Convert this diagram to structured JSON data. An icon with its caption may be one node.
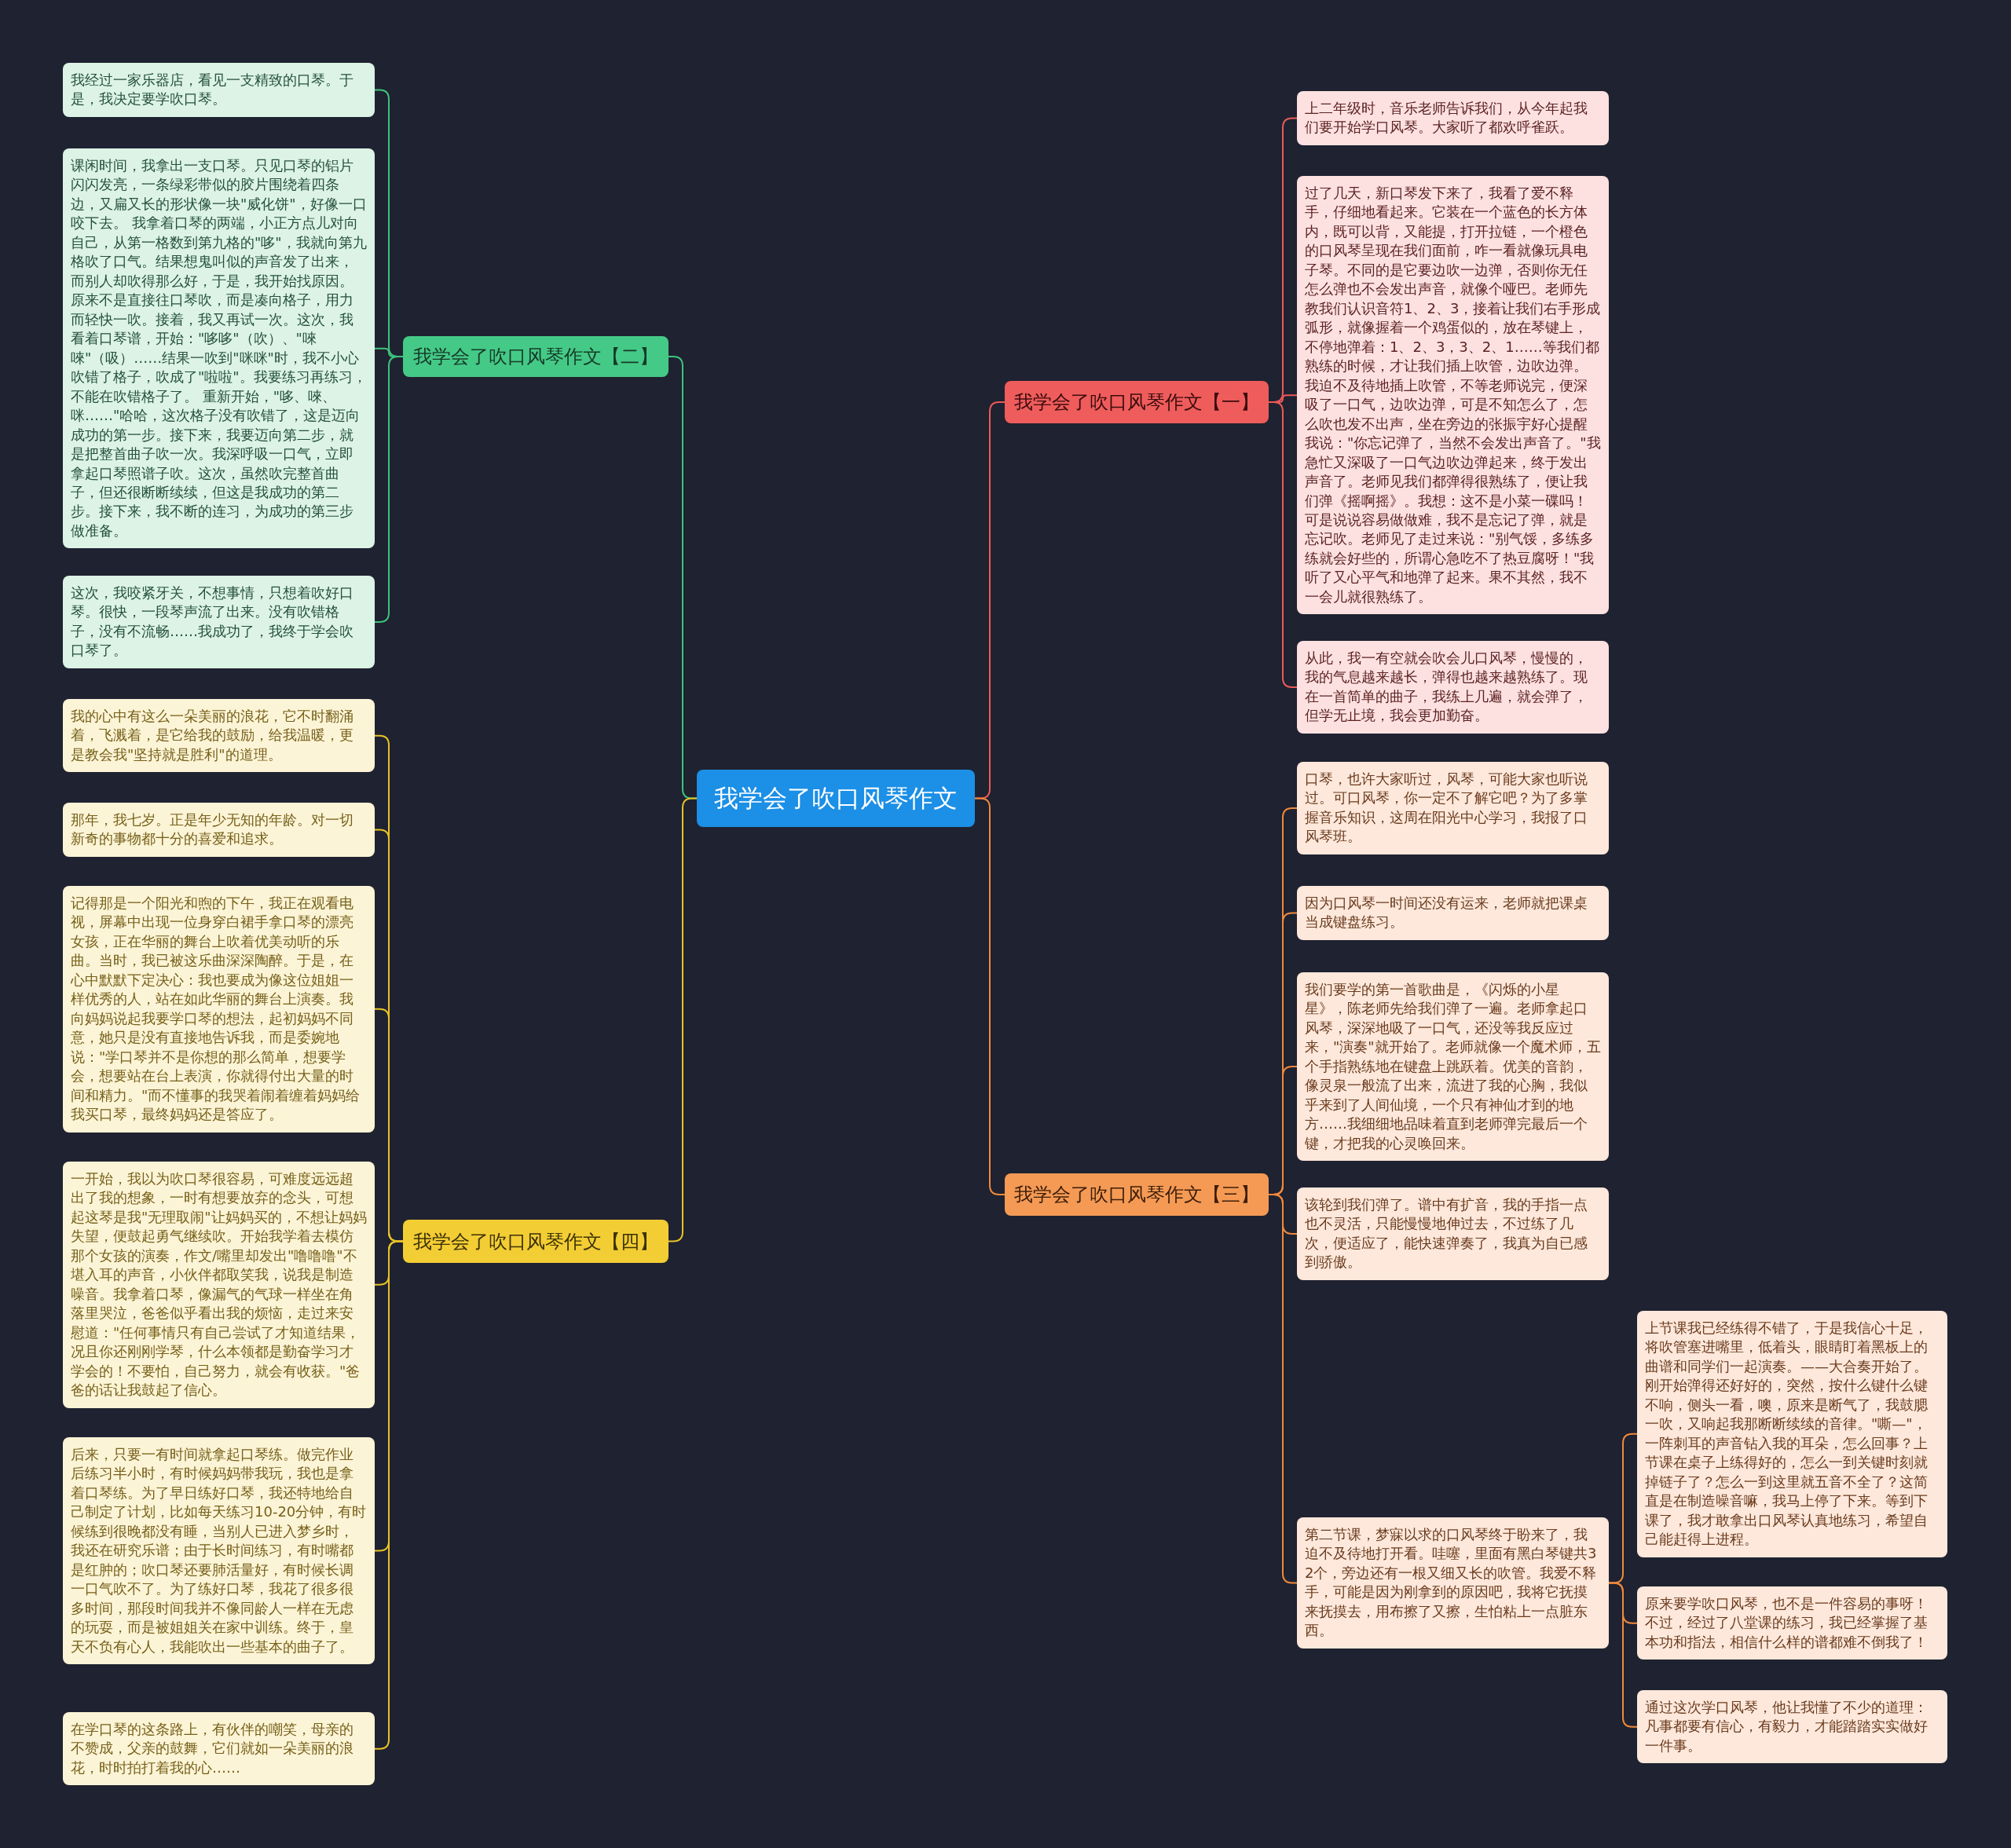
{
  "diagram": {
    "nodes": [
      {
        "text": [
          "我学会了吹口风琴作文"
        ]
      },
      {
        "text": [
          "我学会了吹口风琴作文【二】"
        ]
      },
      {
        "text": [
          "我经过一家乐器店，看见一支精致的口琴。于是，我决定要学吹口琴。"
        ]
      },
      {
        "text": [
          "课闲时间，我拿出一支口琴。只见口琴的铝片闪闪发亮，一条绿彩带似的胶片围绕着四条边，又扁又长的形状像一块\"威化饼\"，好像一口咬下去。 我拿着口琴的两端，小正方点儿对向自己，从第一格数到第九格的\"哆\"，我就向第九格吹了口气。结果想鬼叫似的声音发了出来，而别人却吹得那么好，于是，我开始找原因。原来不是直接往口琴吹，而是凑向格子，用力而轻快一吹。接着，我又再试一次。这次，我看着口琴谱，开始：\"哆哆\"（吹）、\"唻唻\"（吸）……结果一吹到\"咪咪\"时，我不小心吹错了格子，吹成了\"啦啦\"。我要练习再练习，不能在吹错格子了。 重新开始，\"哆、唻、咪……\"哈哈，这次格子没有吹错了，这是迈向成功的第一步。接下来，我要迈向第二步，就是把整首曲子吹一次。我深呼吸一口气，立即拿起口琴照谱子吹。这次，虽然吹完整首曲子，但还很断断续续，但这是我成功的第二步。接下来，我不断的连习，为成功的第三步做准备。"
        ]
      },
      {
        "text": [
          "这次，我咬紧牙关，不想事情，只想着吹好口琴。很快，一段琴声流了出来。没有吹错格子，没有不流畅……我成功了，我终于学会吹口琴了。"
        ]
      },
      {
        "text": [
          "我学会了吹口风琴作文【四】"
        ]
      },
      {
        "text": [
          "我的心中有这么一朵美丽的浪花，它不时翻涌着，飞溅着，是它给我的鼓励，给我温暖，更是教会我\"坚持就是胜利\"的道理。"
        ]
      },
      {
        "text": [
          "那年，我七岁。正是年少无知的年龄。对一切新奇的事物都十分的喜爱和追求。"
        ]
      },
      {
        "text": [
          "记得那是一个阳光和煦的下午，我正在观看电视，屏幕中出现一位身穿白裙手拿口琴的漂亮女孩，正在华丽的舞台上吹着优美动听的乐曲。当时，我已被这乐曲深深陶醉。于是，在心中默默下定决心：我也要成为像这位姐姐一样优秀的人，站在如此华丽的舞台上演奏。我向妈妈说起我要学口琴的想法，起初妈妈不同意，她只是没有直接地告诉我，而是委婉地说：\"学口琴并不是你想的那么简单，想要学会，想要站在台上表演，你就得付出大量的时间和精力。\"而不懂事的我哭着闹着缠着妈妈给我买口琴，最终妈妈还是答应了。"
        ]
      },
      {
        "text": [
          "一开始，我以为吹口琴很容易，可难度远远超出了我的想象，一时有想要放弃的念头，可想起这琴是我\"无理取闹\"让妈妈买的，不想让妈妈失望，便鼓起勇气继续吹。开始我学着去模仿那个女孩的演奏，作文/嘴里却发出\"噜噜噜\"不堪入耳的声音，小伙伴都取笑我，说我是制造噪音。我拿着口琴，像漏气的气球一样坐在角落里哭泣，爸爸似乎看出我的烦恼，走过来安慰道：\"任何事情只有自己尝试了才知道结果，况且你还刚刚学琴，什么本领都是勤奋学习才学会的！不要怕，自己努力，就会有收获。\"爸爸的话让我鼓起了信心。"
        ]
      },
      {
        "text": [
          "后来，只要一有时间就拿起口琴练。做完作业后练习半小时，有时候妈妈带我玩，我也是拿着口琴练。为了早日练好口琴，我还特地给自己制定了计划，比如每天练习10-20分钟，有时候练到很晚都没有睡，当别人已进入梦乡时，我还在研究乐谱；由于长时间练习，有时嘴都是红肿的；吹口琴还要肺活量好，有时候长调一口气吹不了。为了练好口琴，我花了很多很多时间，那段时间我并不像同龄人一样在无虑的玩耍，而是被姐姐关在家中训练。终于，皇天不负有心人，我能吹出一些基本的曲子了。"
        ]
      },
      {
        "text": [
          "在学口琴的这条路上，有伙伴的嘲笑，母亲的不赞成，父亲的鼓舞，它们就如一朵美丽的浪花，时时拍打着我的心……"
        ]
      },
      {
        "text": [
          "我学会了吹口风琴作文【一】"
        ]
      },
      {
        "text": [
          "上二年级时，音乐老师告诉我们，从今年起我们要开始学口风琴。大家听了都欢呼雀跃。"
        ]
      },
      {
        "text": [
          "过了几天，新口琴发下来了，我看了爱不释手，仔细地看起来。它装在一个蓝色的长方体内，既可以背，又能提，打开拉链，一个橙色的口风琴呈现在我们面前，咋一看就像玩具电子琴。不同的是它要边吹一边弹，否则你无任怎么弹也不会发出声音，就像个哑巴。老师先教我们认识音符1、2、3，接着让我们右手形成弧形，就像握着一个鸡蛋似的，放在琴键上，不停地弹着：1、2、3，3、2、1……等我们都熟练的时候，才让我们插上吹管，边吹边弹。我迫不及待地插上吹管，不等老师说完，便深吸了一口气，边吹边弹，可是不知怎么了，怎么吹也发不出声，坐在旁边的张振宇好心提醒我说：\"你忘记弹了，当然不会发出声音了。\"我急忙又深吸了一口气边吹边弹起来，终于发出声音了。老师见我们都弹得很熟练了，便让我们弹《摇啊摇》。我想：这不是小菜一碟吗！可是说说容易做做难，我不是忘记了弹，就是忘记吹。老师见了走过来说：\"别气馁，多练多练就会好些的，所谓心急吃不了热豆腐呀！\"我听了又心平气和地弹了起来。果不其然，我不一会儿就很熟练了。"
        ]
      },
      {
        "text": [
          "从此，我一有空就会吹会儿口风琴，慢慢的，我的气息越来越长，弹得也越来越熟练了。现在一首简单的曲子，我练上几遍，就会弹了，但学无止境，我会更加勤奋。"
        ]
      },
      {
        "text": [
          "我学会了吹口风琴作文【三】"
        ]
      },
      {
        "text": [
          "口琴，也许大家听过，风琴，可能大家也听说过。可口风琴，你一定不了解它吧？为了多掌握音乐知识，这周在阳光中心学习，我报了口风琴班。"
        ]
      },
      {
        "text": [
          "因为口风琴一时间还没有运来，老师就把课桌当成键盘练习。"
        ]
      },
      {
        "text": [
          "我们要学的第一首歌曲是，《闪烁的小星星》，陈老师先给我们弹了一遍。老师拿起口风琴，深深地吸了一口气，还没等我反应过来，\"演奏\"就开始了。老师就像一个魔术师，五个手指熟练地在键盘上跳跃着。优美的音韵，像灵泉一般流了出来，流进了我的心胸，我似乎来到了人间仙境，一个只有神仙才到的地方……我细细地品味着直到老师弹完最后一个键，才把我的心灵唤回来。"
        ]
      },
      {
        "text": [
          "该轮到我们弹了。谱中有扩音，我的手指一点也不灵活，只能慢慢地伸过去，不过练了几次，便适应了，能快速弹奏了，我真为自已感到骄傲。"
        ]
      },
      {
        "text": [
          "第二节课，梦寐以求的口风琴终于盼来了，我迫不及待地打开看。哇噻，里面有黑白琴键共32个，旁边还有一根又细又长的吹管。我爱不释手，可能是因为刚拿到的原因吧，我将它抚摸来抚摸去，用布擦了又擦，生怕粘上一点脏东西。"
        ]
      },
      {
        "text": [
          "上节课我已经练得不错了，于是我信心十足，将吹管塞进嘴里，低着头，眼睛盯着黑板上的曲谱和同学们一起演奏。——大合奏开始了。刚开始弹得还好好的，突然，按什么键什么键不响，侧头一看，噢，原来是断气了，我鼓腮一吹，又响起我那断断续续的音律。\"嘶—\"，一阵刺耳的声音钻入我的耳朵，怎么回事？上节课在桌子上练得好的，怎么一到关键时刻就掉链子了？怎么一到这里就五音不全了？这简直是在制造噪音嘛，我马上停了下来。等到下课了，我才敢拿出口风琴认真地练习，希望自己能赶得上进程。"
        ]
      },
      {
        "text": [
          "原来要学吹口风琴，也不是一件容易的事呀！不过，经过了八堂课的练习，我已经掌握了基本功和指法，相信什么样的谱都难不倒我了！"
        ]
      },
      {
        "text": [
          "通过这次学口风琴，他让我懂了不少的道理：凡事都要有信心，有毅力，才能踏踏实实做好一件事。"
        ]
      }
    ],
    "edges": [
      {
        "from": 0,
        "to": 1,
        "arrow": "none",
        "color": "#3cc47c"
      },
      {
        "from": 1,
        "to": 2,
        "arrow": "none",
        "color": "#3cc47c"
      },
      {
        "from": 1,
        "to": 3,
        "arrow": "none",
        "color": "#3cc47c"
      },
      {
        "from": 1,
        "to": 4,
        "arrow": "none",
        "color": "#3cc47c"
      },
      {
        "from": 0,
        "to": 5,
        "arrow": "none",
        "color": "#e8c227"
      },
      {
        "from": 5,
        "to": 6,
        "arrow": "none",
        "color": "#e8c227"
      },
      {
        "from": 5,
        "to": 7,
        "arrow": "none",
        "color": "#e8c227"
      },
      {
        "from": 5,
        "to": 8,
        "arrow": "none",
        "color": "#e8c227"
      },
      {
        "from": 5,
        "to": 9,
        "arrow": "none",
        "color": "#e8c227"
      },
      {
        "from": 5,
        "to": 10,
        "arrow": "none",
        "color": "#e8c227"
      },
      {
        "from": 5,
        "to": 11,
        "arrow": "none",
        "color": "#e8c227"
      },
      {
        "from": 0,
        "to": 12,
        "arrow": "none",
        "color": "#ec5a5a"
      },
      {
        "from": 12,
        "to": 13,
        "arrow": "none",
        "color": "#ec5a5a"
      },
      {
        "from": 12,
        "to": 14,
        "arrow": "none",
        "color": "#ec5a5a"
      },
      {
        "from": 12,
        "to": 15,
        "arrow": "none",
        "color": "#ec5a5a"
      },
      {
        "from": 0,
        "to": 16,
        "arrow": "none"
      },
      {
        "from": 16,
        "to": 17,
        "arrow": "none"
      },
      {
        "from": 16,
        "to": 18,
        "arrow": "none"
      },
      {
        "from": 16,
        "to": 19,
        "arrow": "none"
      },
      {
        "from": 16,
        "to": 20,
        "arrow": "none"
      },
      {
        "from": 16,
        "to": 21,
        "arrow": "none"
      },
      {
        "from": 21,
        "to": 22,
        "arrow": "none"
      },
      {
        "from": 21,
        "to": 23,
        "arrow": "none"
      },
      {
        "from": 21,
        "to": 24,
        "arrow": "none"
      }
    ]
  }
}
